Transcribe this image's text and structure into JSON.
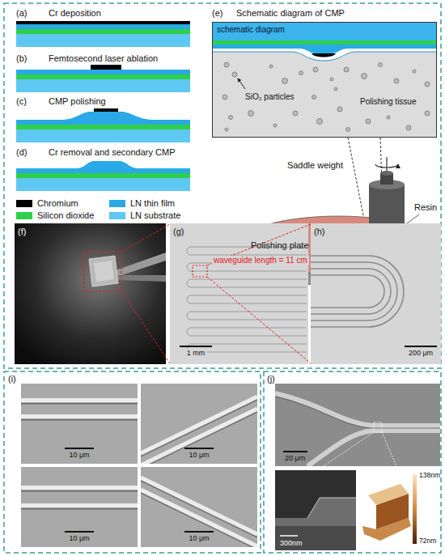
{
  "diagram": {
    "nodes": [
      {
        "text": [
          "schematic diagram",
          "SiO₂ particles",
          "Polishing tissue"
        ]
      }
    ],
    "labels": [
      "(a)",
      "Cr deposition",
      "(b)",
      "Femtosecond laser ablation",
      "(c)",
      "CMP polishing",
      "(d)",
      "Cr removal and secondary CMP",
      "(e)",
      "Schematic diagram of CMP",
      "Saddle weight",
      "Resin",
      "Polishing plate",
      "(f)",
      "(g)",
      "waveguide length = 11 cm",
      "1 mm",
      "(h)",
      "200 μm",
      "(i)",
      "10 μm",
      "10 μm",
      "10 μm",
      "10 μm",
      "(j)",
      "20 μm",
      "300nm",
      "138nm",
      "72nm"
    ],
    "legend": [
      {
        "text": "Chromium",
        "color": "#000000"
      },
      {
        "text": "LN thin film",
        "color": "#29a9e6"
      },
      {
        "text": "Silicon dioxide",
        "color": "#2ed04b"
      },
      {
        "text": "LN substrate",
        "color": "#5ec8f2"
      }
    ]
  }
}
